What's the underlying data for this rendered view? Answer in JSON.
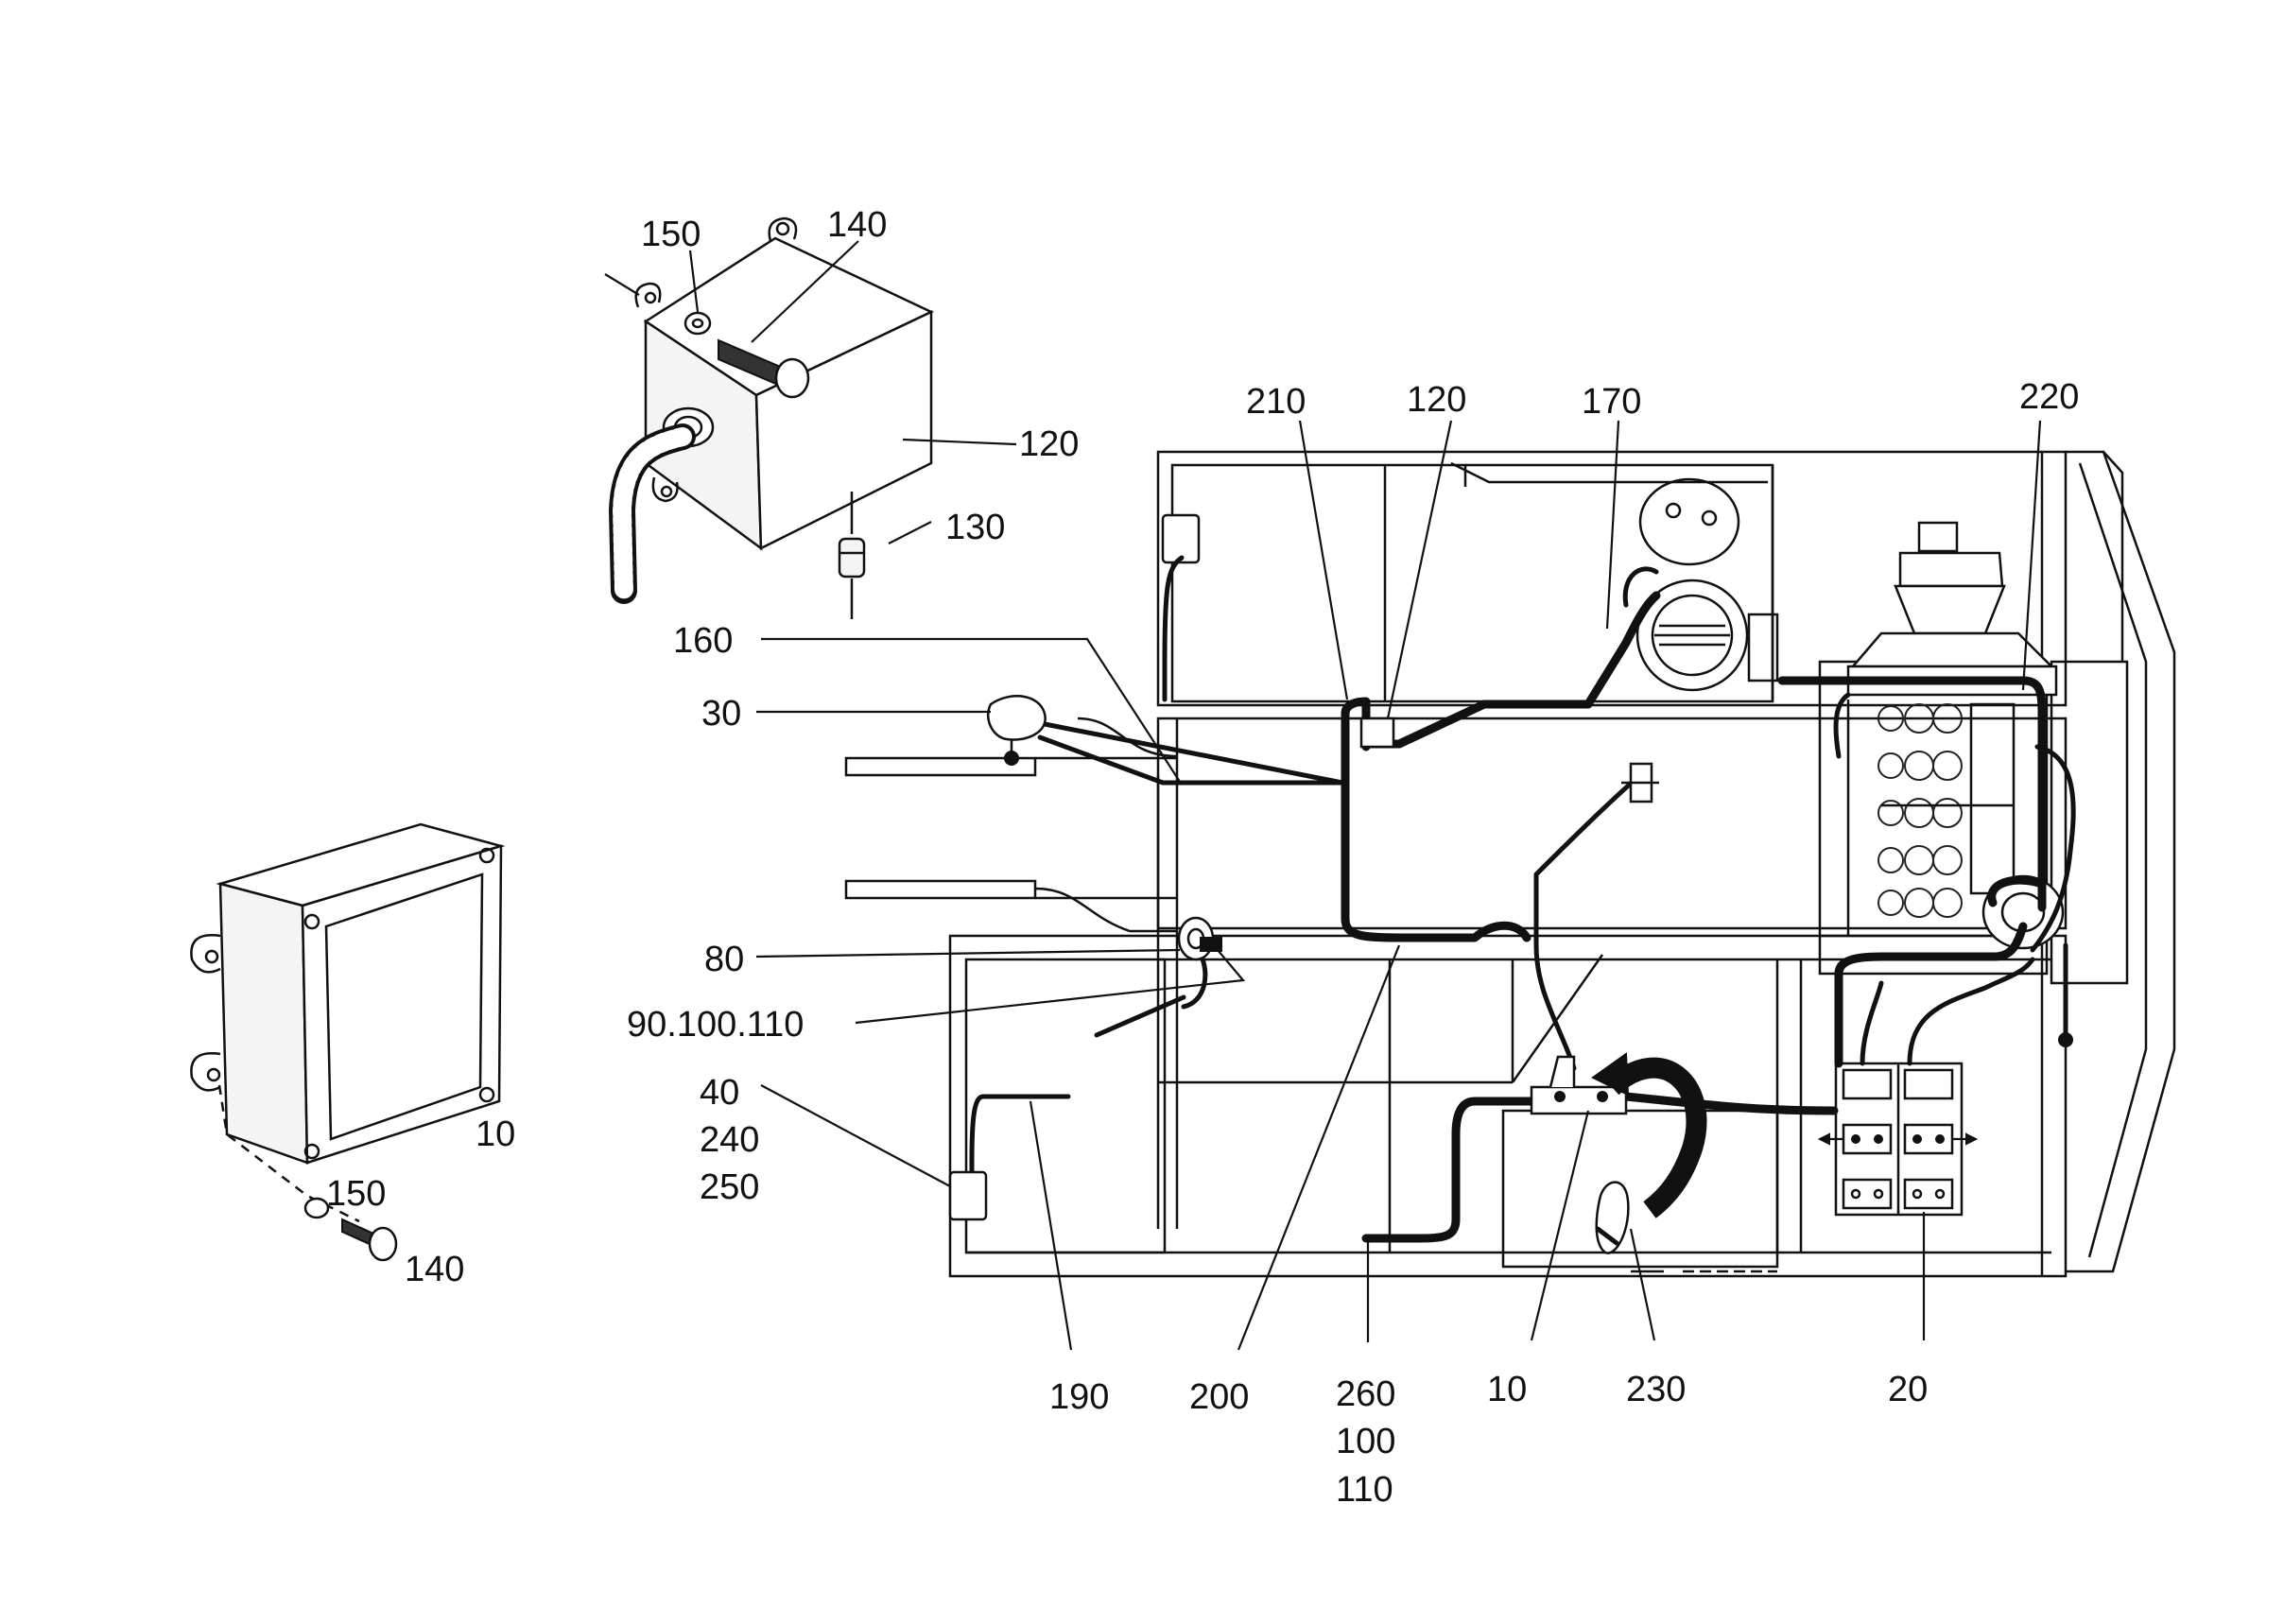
{
  "callouts": {
    "c_150_top": "150",
    "c_140_top": "140",
    "c_120_box": "120",
    "c_130": "130",
    "c_160": "160",
    "c_30": "30",
    "c_80": "80",
    "c_90_100_110": "90.100.110",
    "c_40": "40",
    "c_240": "240",
    "c_250": "250",
    "c_10_left": "10",
    "c_150_left": "150",
    "c_140_left": "140",
    "c_210": "210",
    "c_120_top": "120",
    "c_170": "170",
    "c_220": "220",
    "c_190": "190",
    "c_200": "200",
    "c_260": "260",
    "c_100": "100",
    "c_110": "110",
    "c_10_bottom": "10",
    "c_230": "230",
    "c_20": "20"
  }
}
